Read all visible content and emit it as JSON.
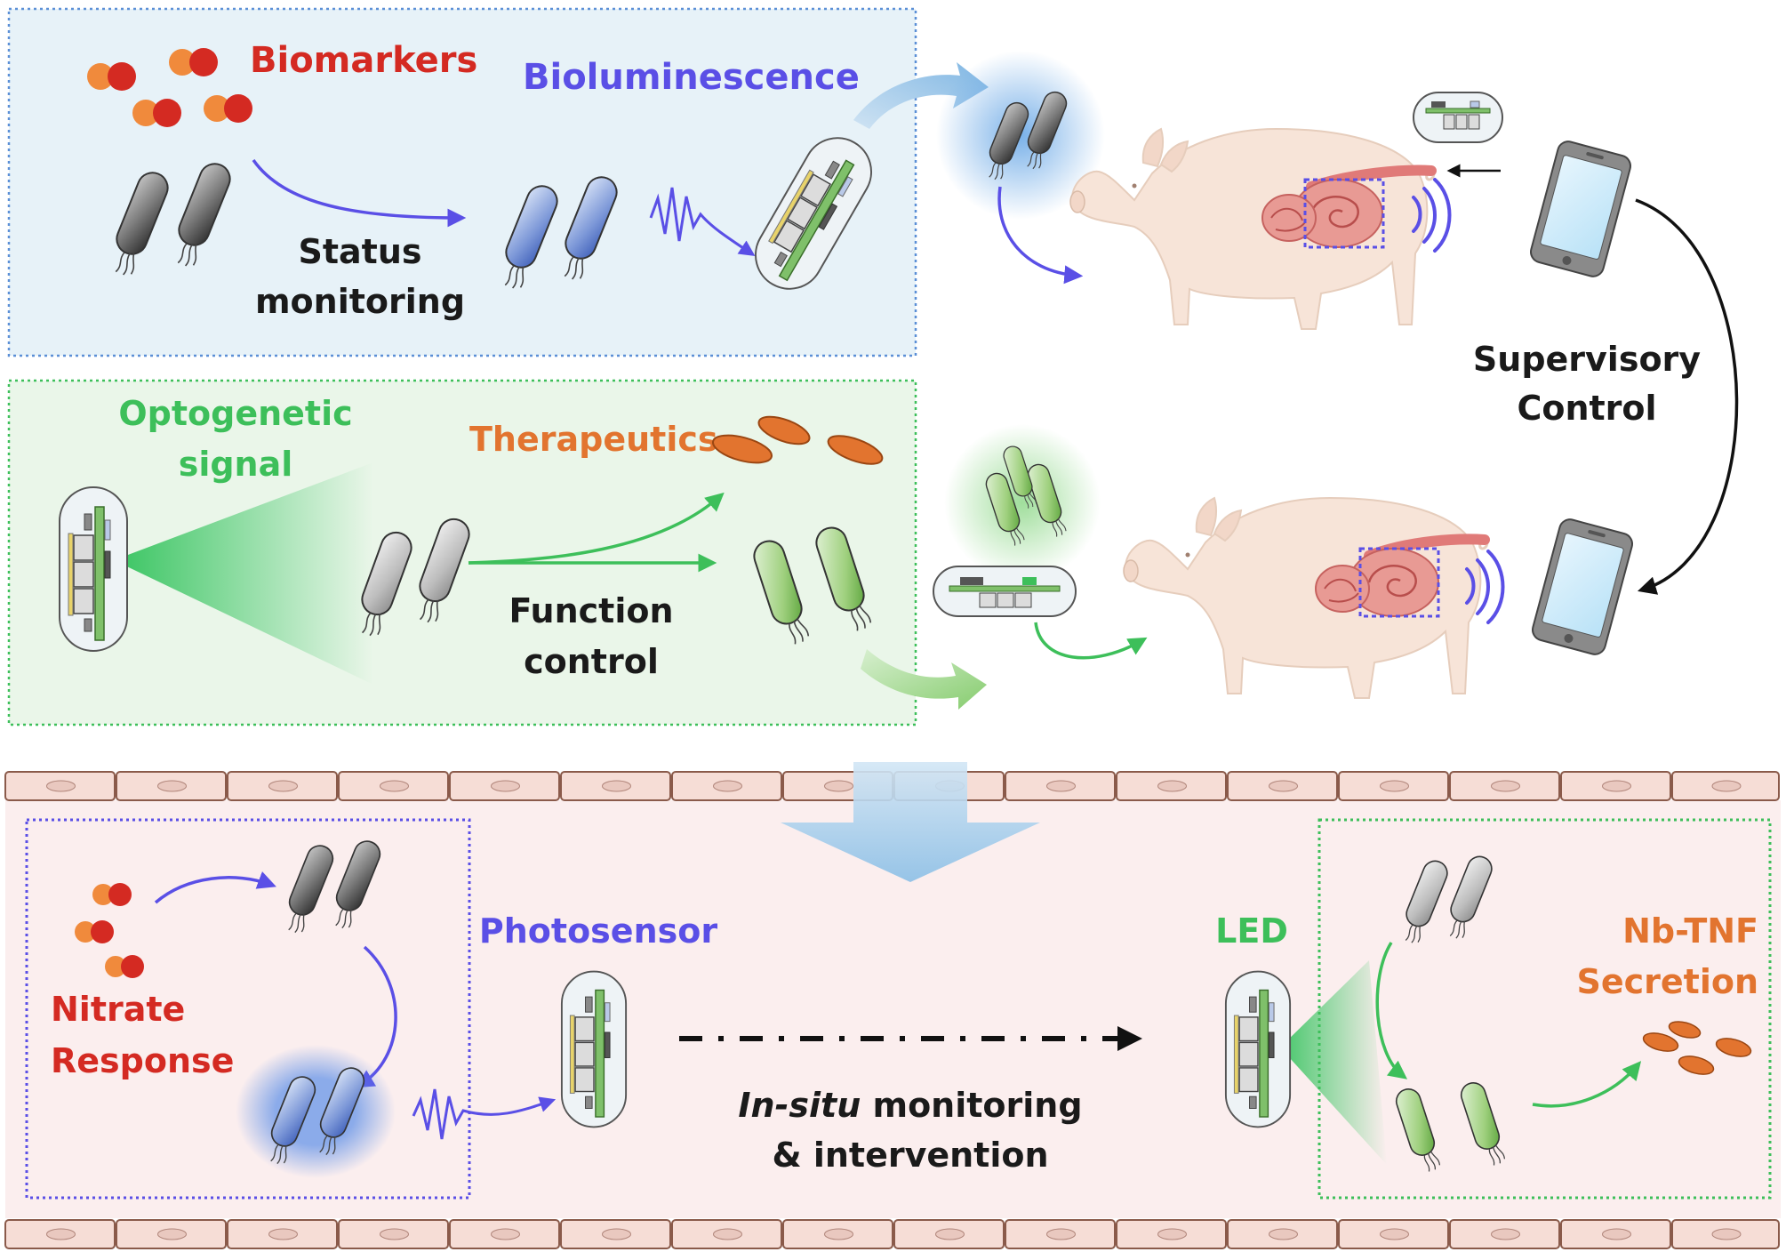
{
  "colors": {
    "red": "#d42a22",
    "blue": "#5a4fe6",
    "green": "#3dbf5a",
    "orange": "#e2742f",
    "black": "#1a1a1a",
    "top_panel_bg": "#e7f2f8",
    "top_panel_border": "#5b8fd6",
    "mid_panel_bg": "#eaf6e9",
    "mid_panel_border": "#3dbf5a",
    "gut_bg": "#fbeeee",
    "pig_skin": "#f7e4d8",
    "intestine": "#e07a78"
  },
  "labels": {
    "biomarkers": "Biomarkers",
    "bioluminescence": "Bioluminescence",
    "status_monitoring_1": "Status",
    "status_monitoring_2": "monitoring",
    "optogenetic_1": "Optogenetic",
    "optogenetic_2": "signal",
    "therapeutics": "Therapeutics",
    "function_control_1": "Function",
    "function_control_2": "control",
    "supervisory_1": "Supervisory",
    "supervisory_2": "Control",
    "nitrate_1": "Nitrate",
    "nitrate_2": "Response",
    "photosensor": "Photosensor",
    "led": "LED",
    "nbtnf_1": "Nb-TNF",
    "nbtnf_2": "Secretion",
    "insitu_italic": "In-situ",
    "insitu_rest": " monitoring",
    "intervention": "& intervention"
  },
  "icons": [
    "bacteria-icon",
    "capsule-device-icon",
    "pig-icon",
    "smartphone-icon",
    "wireless-signal-icon",
    "light-wave-icon"
  ]
}
